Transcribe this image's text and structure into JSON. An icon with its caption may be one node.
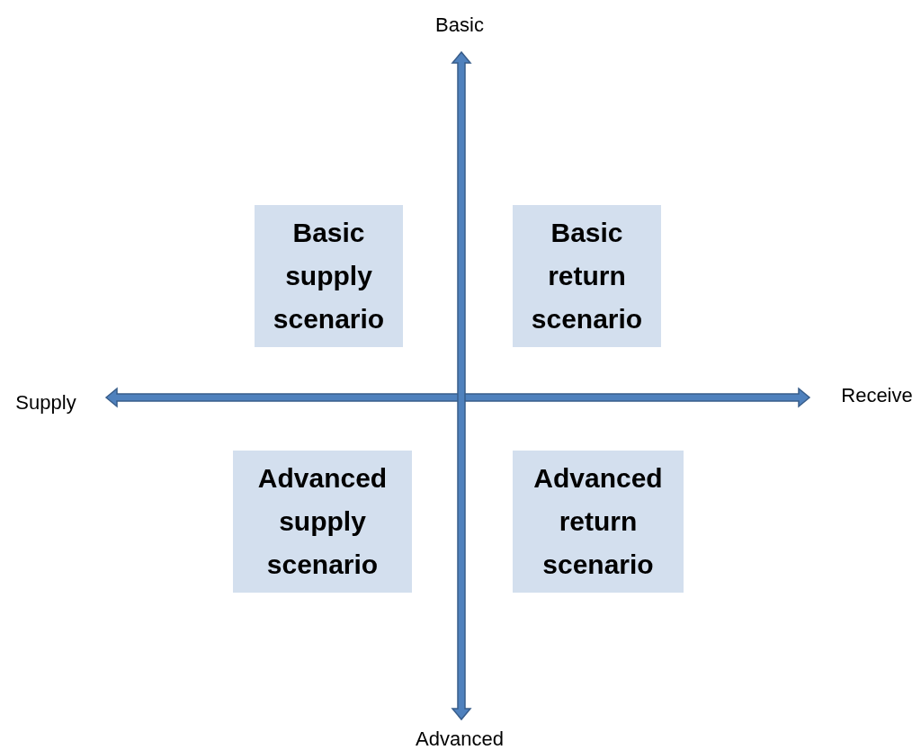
{
  "diagram": {
    "nodes": [
      {
        "text": [
          "Basic supply scenario"
        ]
      },
      {
        "text": [
          "Basic return scenario"
        ]
      },
      {
        "text": [
          "Advanced supply scenario"
        ]
      },
      {
        "text": [
          "Advanced return scenario"
        ]
      }
    ],
    "labels": [
      "Basic",
      "Supply",
      "Receive",
      "Advanced"
    ]
  }
}
